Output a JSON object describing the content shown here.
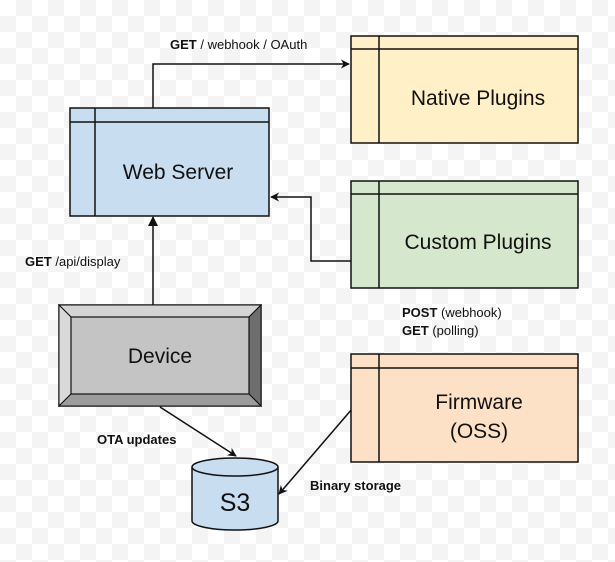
{
  "diagram": {
    "nodes": {
      "web_server": {
        "label": "Web Server",
        "fill": "#c8ddf0"
      },
      "native_plugins": {
        "label": "Native Plugins",
        "fill": "#fff0c8"
      },
      "custom_plugins": {
        "label": "Custom Plugins",
        "fill": "#d5e7cd"
      },
      "device": {
        "label": "Device",
        "fill": "#c4c4c4"
      },
      "firmware": {
        "label_line1": "Firmware",
        "label_line2": "(OSS)",
        "fill": "#fde1c6"
      },
      "s3": {
        "label": "S3",
        "fill": "#c8ddf0"
      }
    },
    "edges": {
      "web_to_native": {
        "method": "GET",
        "rest": " / webhook / OAuth"
      },
      "device_to_web": {
        "method": "GET",
        "rest": " /api/display"
      },
      "custom_to_web": {
        "line1_method": "POST",
        "line1_rest": " (webhook)",
        "line2_method": "GET",
        "line2_rest": " (polling)"
      },
      "device_to_s3": {
        "label": "OTA updates"
      },
      "firmware_to_s3": {
        "label": "Binary storage"
      }
    }
  }
}
